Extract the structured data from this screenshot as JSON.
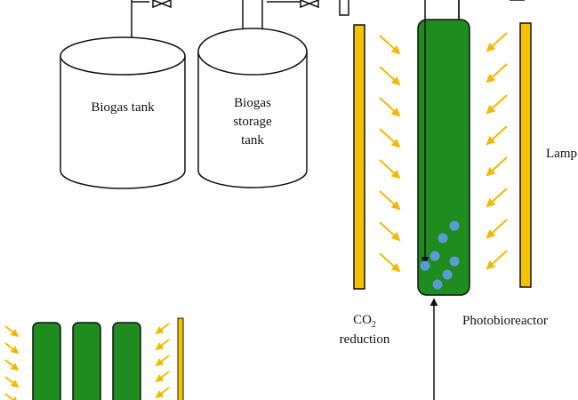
{
  "labels": {
    "biogas_tank": "Biogas tank",
    "storage_tank_lines": [
      "Biogas",
      "storage",
      "tank"
    ],
    "lamp": "Lamp",
    "co2_main": "CO",
    "co2_sub": "2",
    "co2_second": "reduction",
    "photobioreactor": "Photobioreactor"
  },
  "colors": {
    "reactor_green": "#1e8c1e",
    "lamp_yellow": "#f5c200",
    "light_arrow": "#f5b800",
    "bubble": "#5b9bd5",
    "line": "#111111"
  },
  "icons": [
    "valve-icon",
    "light-ray-arrow-icon",
    "bubble-icon",
    "flow-arrow-icon"
  ]
}
